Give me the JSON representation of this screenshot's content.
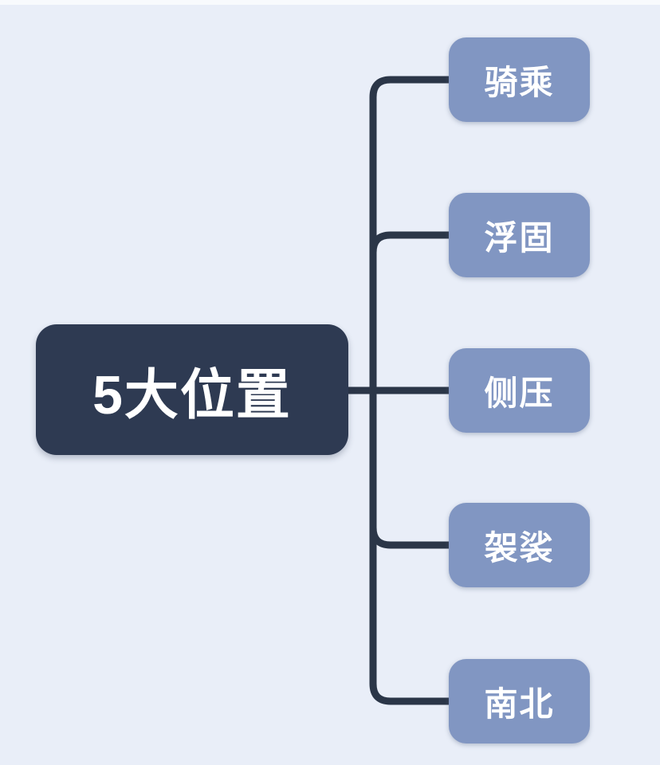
{
  "root": {
    "label": "5大位置"
  },
  "children": [
    {
      "label": "骑乘"
    },
    {
      "label": "浮固"
    },
    {
      "label": "侧压"
    },
    {
      "label": "袈裟"
    },
    {
      "label": "南北"
    }
  ],
  "colors": {
    "canvas_bg": "#e9eef8",
    "root_bg": "#2e3a52",
    "child_bg": "#8196c2",
    "line": "#2b3648",
    "text": "#ffffff"
  }
}
